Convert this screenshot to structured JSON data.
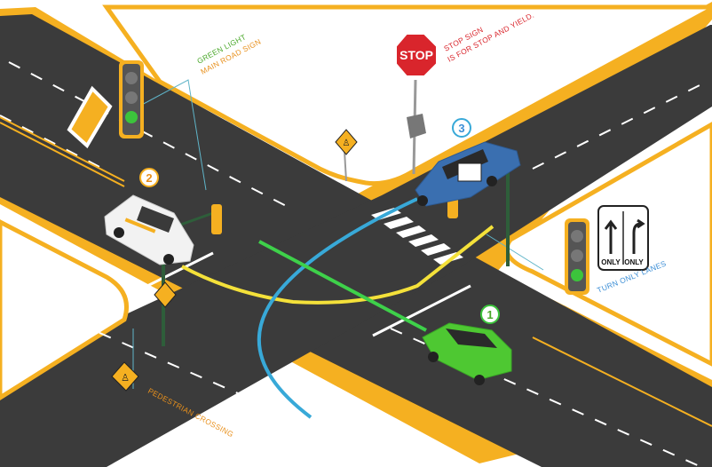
{
  "labels": {
    "green_light_line1": "GREEN LIGHT",
    "green_light_line2": "MAIN ROAD SIGN",
    "stop_sign_line1": "STOP SIGN",
    "stop_sign_line2": "IS FOR STOP AND YIELD.",
    "turn_only_lanes": "TURN ONLY LANES",
    "pedestrian_crossing": "PEDESTRIAN CROSSING"
  },
  "signs": {
    "stop_text": "STOP",
    "only_left": "ONLY",
    "only_right": "ONLY"
  },
  "car_numbers": {
    "car1": "1",
    "car2": "2",
    "car3": "3"
  },
  "colors": {
    "road": "#3b3b3b",
    "curb": "#f5b021",
    "green_light": "#3cc43c",
    "green_label": "#4aa82a",
    "orange_label": "#e8901c",
    "red_label": "#d9252c",
    "blue_label": "#3d8fd6",
    "yellow_path": "#f4e13a",
    "blue_path": "#38a9d8",
    "green_path": "#3ed14a"
  }
}
